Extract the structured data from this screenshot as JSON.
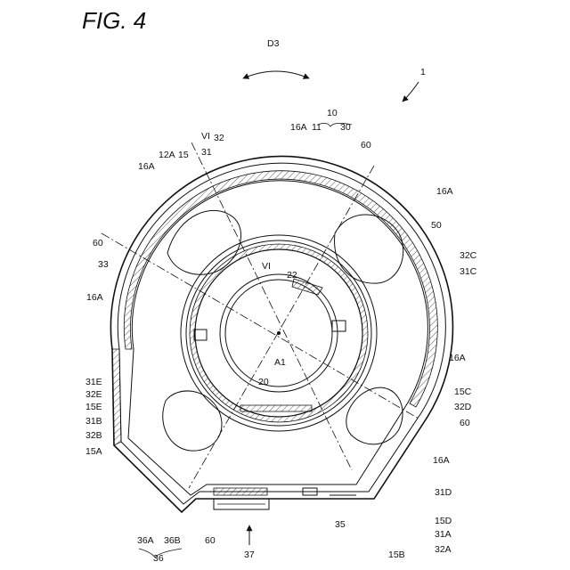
{
  "figure": {
    "title": "FIG. 4",
    "labels": {
      "d3": "D3",
      "n1": "1",
      "n10": "10",
      "n11": "11",
      "n30": "30",
      "n16A_top": "16A",
      "n32_top": "32",
      "vi_top": "VI",
      "n31_top": "31",
      "n12A": "12A",
      "n15": "15",
      "n16A_left": "16A",
      "n60_tr": "60",
      "n16A_right": "16A",
      "n50": "50",
      "n60_l": "60",
      "n33": "33",
      "vi_inner": "VI",
      "n22": "22",
      "n32C": "32C",
      "n31C": "31C",
      "n16A_left2": "16A",
      "n16A_right2": "16A",
      "a1": "A1",
      "n31E": "31E",
      "n32E": "32E",
      "n15E": "15E",
      "n31B": "31B",
      "n32B": "32B",
      "n15A": "15A",
      "n20": "20",
      "n15C": "15C",
      "n32D": "32D",
      "n60_r": "60",
      "n16A_br": "16A",
      "n31D": "31D",
      "n15D": "15D",
      "n31A": "31A",
      "n32A": "32A",
      "n15B": "15B",
      "n35": "35",
      "n36A": "36A",
      "n36B": "36B",
      "n36": "36",
      "n60_b": "60",
      "n37": "37"
    }
  }
}
